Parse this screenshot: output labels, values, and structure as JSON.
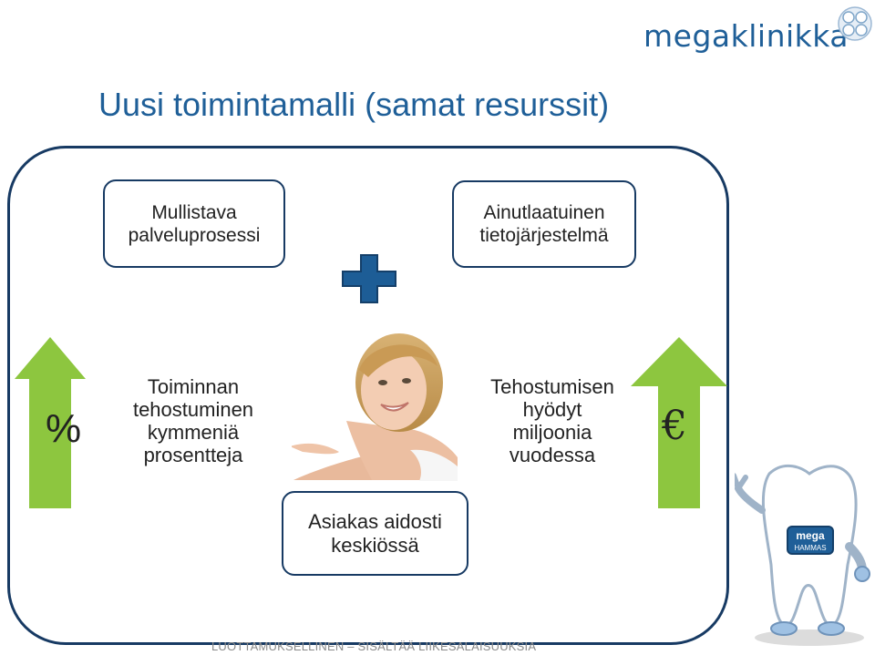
{
  "header": {
    "logo_text": "megaklinikka",
    "title": "Uusi toimintamalli (samat resurssit)"
  },
  "boxes": {
    "service_process": "Mullistava\npalveluprosessi",
    "information_system": "Ainutlaatuinen\ntietojärjestelmä",
    "customer_center": "Asiakas aidosti\nkeskiössä"
  },
  "texts": {
    "efficiency": "Toiminnan\ntehostuminen\nkymmeniä\nprosentteja",
    "benefits": "Tehostumisen\nhyödyt\nmiljoonia\nvuodessa"
  },
  "symbols": {
    "percent": "%",
    "euro": "€"
  },
  "mascot": {
    "badge_line1": "mega",
    "badge_line2": "HAMMAS"
  },
  "footer": {
    "text": "LUOTTAMUKSELLINEN – SISÄLTÄÄ LIIKESALAISUUKSIA"
  },
  "colors": {
    "brand_blue": "#1f5f98",
    "frame_navy": "#173a63",
    "arrow_green": "#8dc63f",
    "plus_blue": "#1d5d96"
  },
  "icons": {
    "up_arrow": "up-arrow-icon",
    "plus": "plus-icon"
  }
}
